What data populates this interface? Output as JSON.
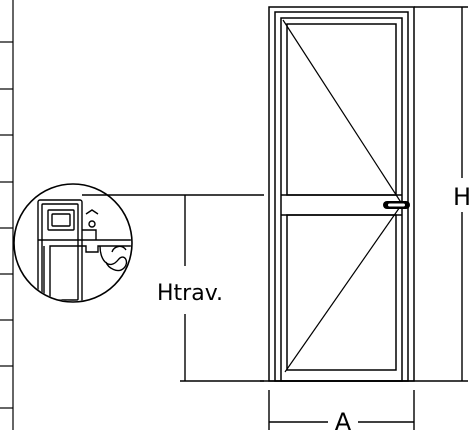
{
  "drawing": {
    "labels": {
      "height": "H",
      "width": "A",
      "transom_height": "Htrav."
    },
    "colors": {
      "line": "#000000",
      "background": "#ffffff"
    },
    "parts": [
      "door-frame",
      "door-leaf",
      "glass-panels",
      "opening-swing-lines",
      "handle",
      "profile-section-detail",
      "dimension-lines"
    ]
  }
}
